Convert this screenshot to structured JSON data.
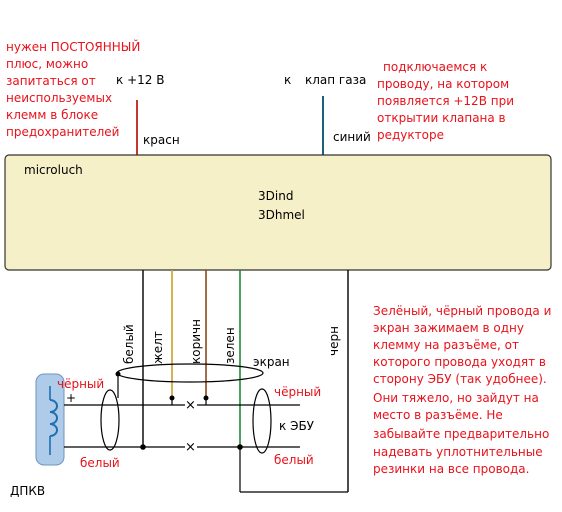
{
  "left_note": [
    "нужен ПОСТОЯННЫЙ",
    "плюс, можно",
    "запитаться от",
    "неиспользуемых",
    "клемм в блоке",
    "предохранителей"
  ],
  "right_note_top": [
    "подключаемся к",
    "проводу, на котором",
    "появляется +12В при",
    "открытии клапана в",
    "редукторе"
  ],
  "right_note_bottom": [
    "Зелёный, чёрный провода и",
    "экран зажимаем в одну",
    "клемму на разъёме, от",
    "которого провода уходят в",
    "сторону ЭБУ (так удобнее).",
    "Они тяжело, но зайдут на",
    "место в разъёме. Не",
    "забывайте предварительно",
    "надевать уплотнительные",
    "резинки на все провода."
  ],
  "top_labels": {
    "plus12": "к +12 В",
    "k": "к",
    "valve": "клап газа",
    "red_wire": "красн",
    "blue_wire": "синий"
  },
  "box": {
    "title": "microluch",
    "line1": "3Dind",
    "line2": "3Dhmel"
  },
  "wires": {
    "white": "белый",
    "yellow": "желт",
    "brown": "коричн",
    "green": "зелен",
    "black": "черн",
    "screen": "экран"
  },
  "sensor": {
    "black": "чёрный",
    "plus": "+",
    "white": "белый",
    "name": "ДПКВ"
  },
  "ecu": {
    "black": "чёрный",
    "to_ecu": "к ЭБУ",
    "white": "белый"
  },
  "colors": {
    "box_fill": "#f5f0c8",
    "red_wire": "#c0392b",
    "blue_wire": "#1f5f7a",
    "yellow_wire": "#c9a227",
    "brown_wire": "#8b4a1c",
    "green_wire": "#1f8a3a",
    "annotation": "#e8121b",
    "sensor_fill": "#aeccea",
    "coil": "#1f6fae"
  }
}
